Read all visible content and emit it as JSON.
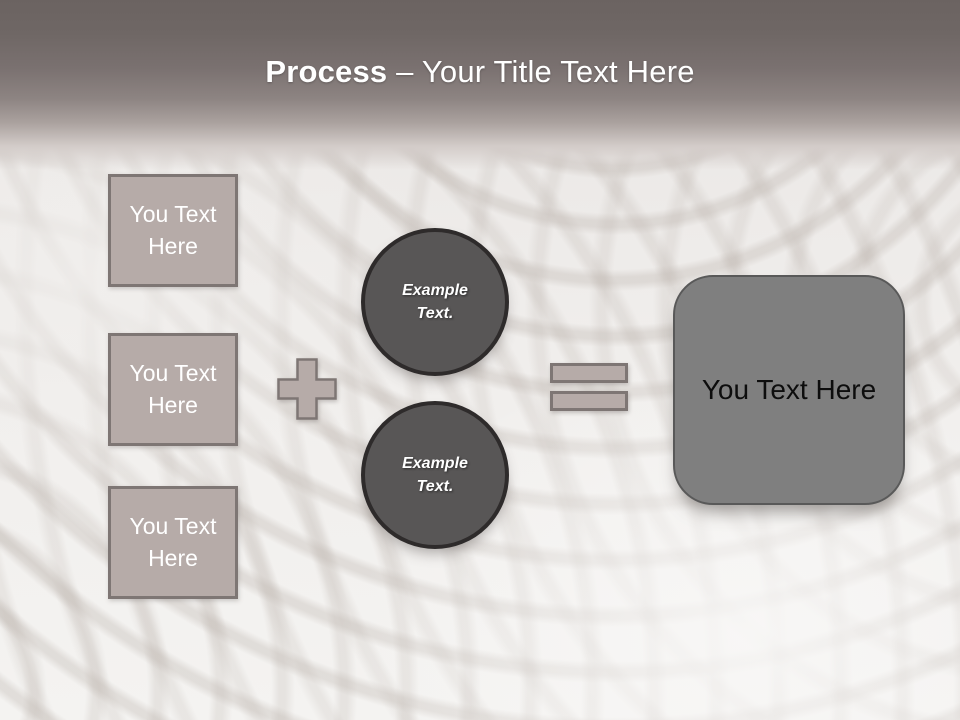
{
  "slide_title": {
    "bold_part": "Process",
    "regular_part": " – Your Title Text Here"
  },
  "input_boxes": [
    {
      "label": "You Text Here"
    },
    {
      "label": "You Text Here"
    },
    {
      "label": "You Text Here"
    }
  ],
  "example_circles": [
    {
      "label": "Example Text."
    },
    {
      "label": "Example Text."
    }
  ],
  "result_box": {
    "label": "You Text Here"
  },
  "icons": {
    "plus": "plus-icon",
    "equals": "equals-icon"
  },
  "colors": {
    "header_top": "#6b6361",
    "title_color": "#ffffff",
    "shape_fill": "#b6aba8",
    "shape_border": "#7e7674",
    "circle_fill": "#585656",
    "circle_border": "#2e2b2b",
    "result_fill": "#7f7f7f",
    "result_border": "#595959",
    "sand": "#f0eeec"
  }
}
